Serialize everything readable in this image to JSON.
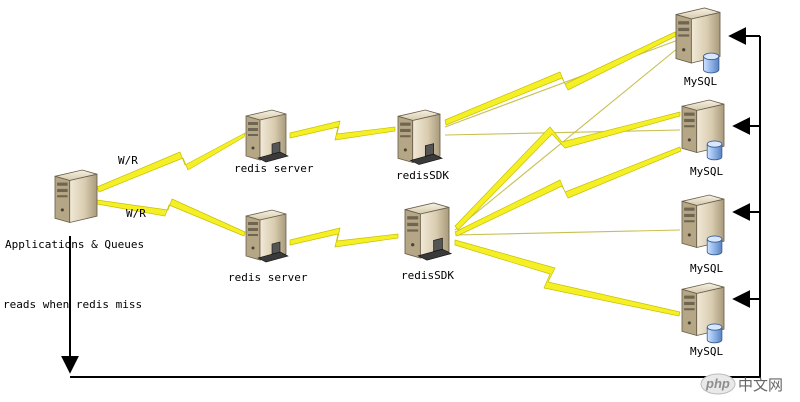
{
  "labels": {
    "app": "Applications & Queues",
    "redis_server_1": "redis server",
    "redis_server_2": "redis server",
    "redissdk_1": "redisSDK",
    "redissdk_2": "redisSDK",
    "mysql_1": "MySQL",
    "mysql_2": "MySQL",
    "mysql_3": "MySQL",
    "mysql_4": "MySQL",
    "wr_1": "W/R",
    "wr_2": "W/R",
    "reads_miss": "reads when redis miss"
  },
  "watermark": {
    "text": "中文网",
    "logo_text": "php"
  },
  "colors": {
    "bolt": "#f5f026",
    "bolt_edge": "#c9c000",
    "server_body": "#d8ccb0",
    "arrow": "#000000"
  }
}
